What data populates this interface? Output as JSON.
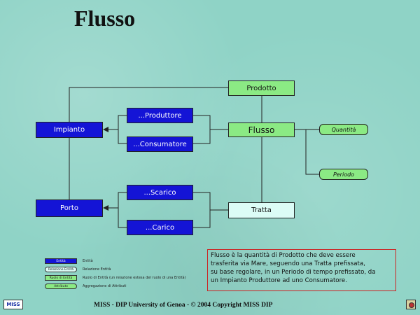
{
  "title": "Flusso",
  "nodes": {
    "prodotto": "Prodotto",
    "produttore": "...Produttore",
    "impianto": "Impianto",
    "flusso": "Flusso",
    "quantita": "Quantità",
    "consumatore": "...Consumatore",
    "periodo": "Periodo",
    "scarico": "...Scarico",
    "porto": "Porto",
    "tratta": "Tratta",
    "carico": "...Carico"
  },
  "description": {
    "line1": "Flusso è la quantità di Prodotto che deve essere",
    "line2": "trasferita via Mare, seguendo una Tratta prefissata,",
    "line3": "su base regolare, in un Periodo di tempo prefissato, da",
    "line4": "un Impianto Produttore ad uno Consumatore."
  },
  "legend": [
    {
      "symbol": "Entità",
      "text": "Entità"
    },
    {
      "symbol": "Relazione Entità",
      "text": "Relazione Entità"
    },
    {
      "symbol": "Ruolo di Entità",
      "text": "Ruolo di Entità (un relazione estesa del ruolo di una Entità)"
    },
    {
      "symbol": "Attributo",
      "text": "Aggregazione di Attributi"
    }
  ],
  "footer": "MISS - DIP University of Genoa  -  © 2004 Copyright MISS DIP",
  "logo_text": "MISS",
  "colors": {
    "background": "#8fd3c6",
    "entity_blue": "#1414d6",
    "entity_green": "#8bea84",
    "entity_cyan": "#dcfcf6",
    "description_border": "#cc2222"
  }
}
